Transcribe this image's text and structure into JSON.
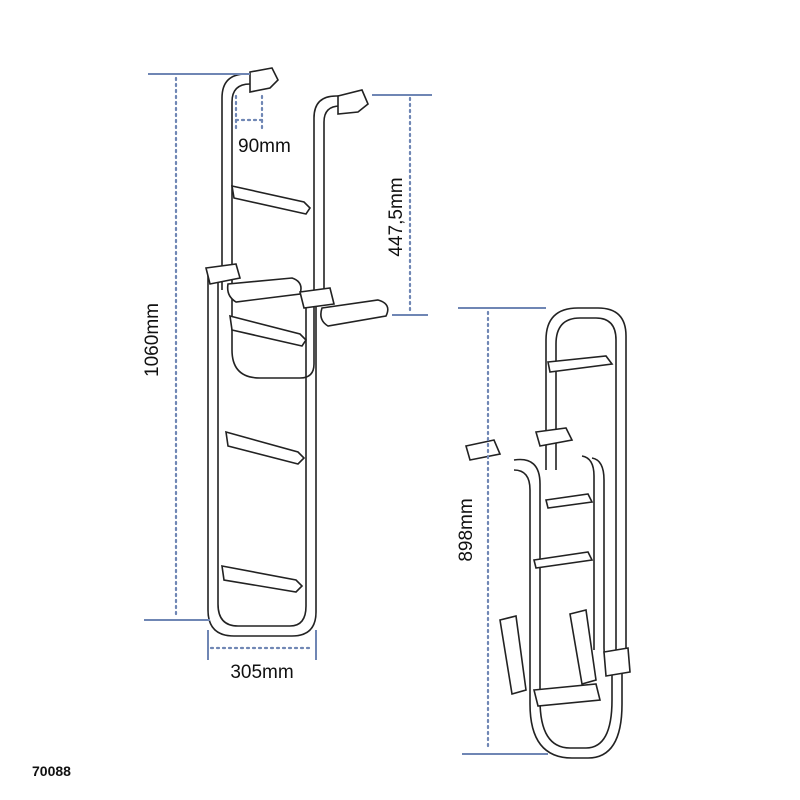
{
  "colors": {
    "dimension": "#6f86b4",
    "outline": "#222222"
  },
  "labels": {
    "height_extended": "1060mm",
    "top_offset": "90mm",
    "hook_drop": "447,5mm",
    "width": "305mm",
    "height_folded": "898mm",
    "product_code": "70088"
  }
}
